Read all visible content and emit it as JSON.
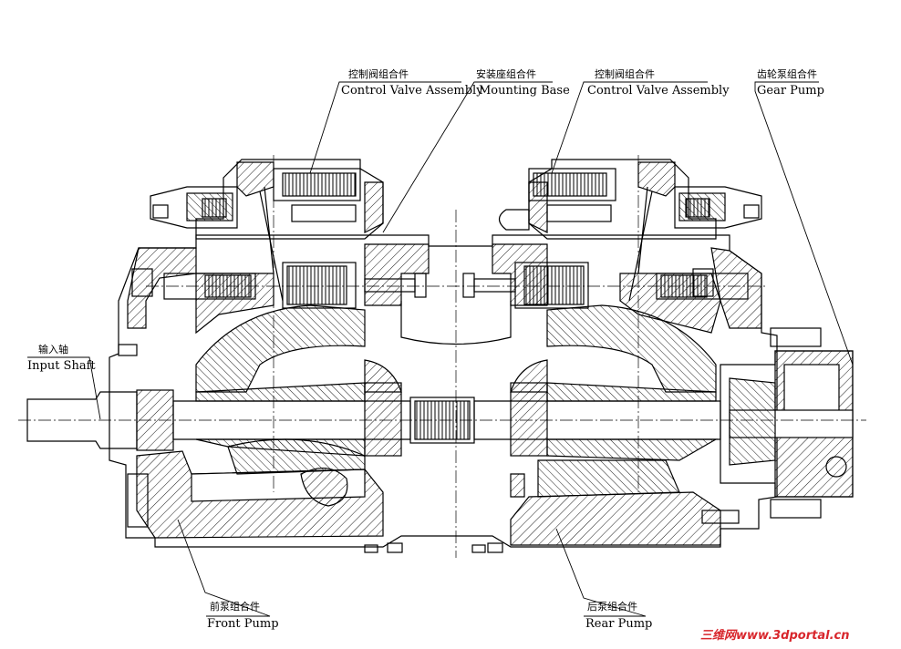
{
  "labels": {
    "control_valve_left": {
      "cn": "控制阀组合件",
      "en": "Control Valve Assembly"
    },
    "mounting_base": {
      "cn": "安装座组合件",
      "en": "Mounting Base"
    },
    "control_valve_right": {
      "cn": "控制阀组合件",
      "en": "Control Valve Assembly"
    },
    "gear_pump": {
      "cn": "齿轮泵组合件",
      "en": "Gear Pump"
    },
    "input_shaft": {
      "cn": "输入轴",
      "en": "Input Shaft"
    },
    "front_pump": {
      "cn": "前泵组合件",
      "en": "Front Pump"
    },
    "rear_pump": {
      "cn": "后泵组合件",
      "en": "Rear Pump"
    }
  },
  "watermark": "三维网www.3dportal.cn",
  "colors": {
    "ink": "#000000",
    "watermark": "#d8262c"
  }
}
